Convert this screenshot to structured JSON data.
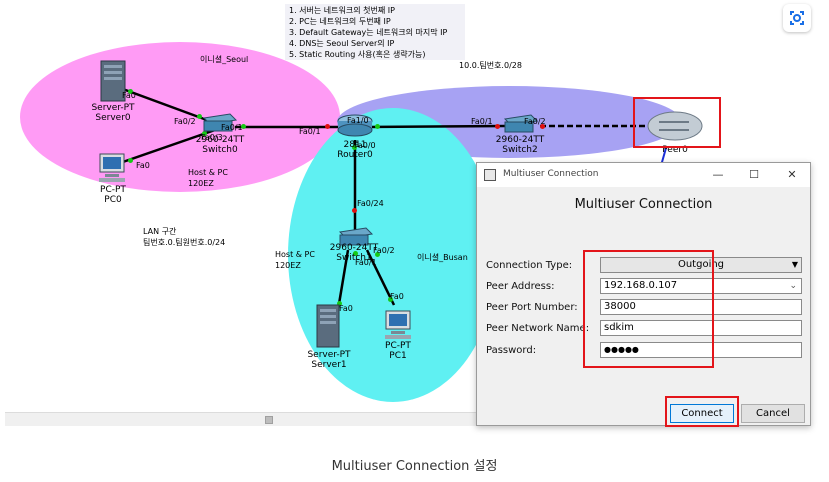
{
  "notes": {
    "rules": [
      "1. 서버는 네트워크의 첫번째 IP",
      "2. PC는 네트워크의 두번째 IP",
      "3. Default Gateway는 네트워크의 마지막 IP",
      "4. DNS는 Seoul Server의 IP",
      "5. Static Routing 사용(혹은 생략가능)"
    ],
    "wan_network": "10.0.팀번호.0/28",
    "seoul_zone": "이니셜_Seoul",
    "busan_zone": "이니셜_Busan",
    "lan_title": "LAN 구간",
    "lan_network": "팀번호.0.팀원번호.0/24",
    "host_pc_left": "Host & PC",
    "host_pc_left_2": "120EZ",
    "host_pc_bottom": "Host & PC",
    "host_pc_bottom_2": "120EZ"
  },
  "devices": {
    "server0": {
      "model": "Server-PT",
      "name": "Server0"
    },
    "pc0": {
      "model": "PC-PT",
      "name": "PC0"
    },
    "switch0": {
      "model": "2960-24TT",
      "name": "Switch0"
    },
    "router0": {
      "model": "2811",
      "name": "Router0"
    },
    "switch2": {
      "model": "2960-24TT",
      "name": "Switch2"
    },
    "cloud": {
      "name": "Peer0"
    },
    "switch1": {
      "model": "2960-24TT",
      "name": "Switch1"
    },
    "server1": {
      "model": "Server-PT",
      "name": "Server1"
    },
    "pc1": {
      "model": "PC-PT",
      "name": "PC1"
    }
  },
  "ports": {
    "server0_fa0": "Fa0",
    "sw0_fa02": "Fa0/2",
    "pc0_fa0": "Fa0",
    "sw0_fa03": "Fa0/3",
    "sw0_fa01": "Fa0/1",
    "r0_fa01": "Fa0/1",
    "r0_fa10": "Fa1/0",
    "r0_fa00": "Fa0/0",
    "sw2_fa01": "Fa0/1",
    "sw2_fa02": "Fa0/2",
    "sw1_fa024": "Fa0/24",
    "sw1_fa02": "Fa0/2",
    "sw1_fa01": "Fa0/1",
    "server1_fa0": "Fa0",
    "pc1_fa0": "Fa0"
  },
  "dialog": {
    "window_title": "Multiuser Connection",
    "heading": "Multiuser Connection",
    "minimize": "—",
    "maximize": "☐",
    "close": "✕",
    "connection_type_label": "Connection Type:",
    "connection_type_value": "Outgoing",
    "peer_address_label": "Peer Address:",
    "peer_address_value": "192.168.0.107",
    "peer_port_label": "Peer Port Number:",
    "peer_port_value": "38000",
    "peer_network_label": "Peer Network Name:",
    "peer_network_value": "sdkim",
    "password_label": "Password:",
    "password_value": "●●●●●",
    "connect_button": "Connect",
    "cancel_button": "Cancel"
  },
  "caption": "Multiuser Connection 설정",
  "colors": {
    "seoul_zone": "#ff9bf5",
    "wan_zone": "#a7a2f3",
    "busan_zone": "#5ff0f2",
    "highlight": "#e3151a",
    "arrow": "#1c2fd6"
  }
}
